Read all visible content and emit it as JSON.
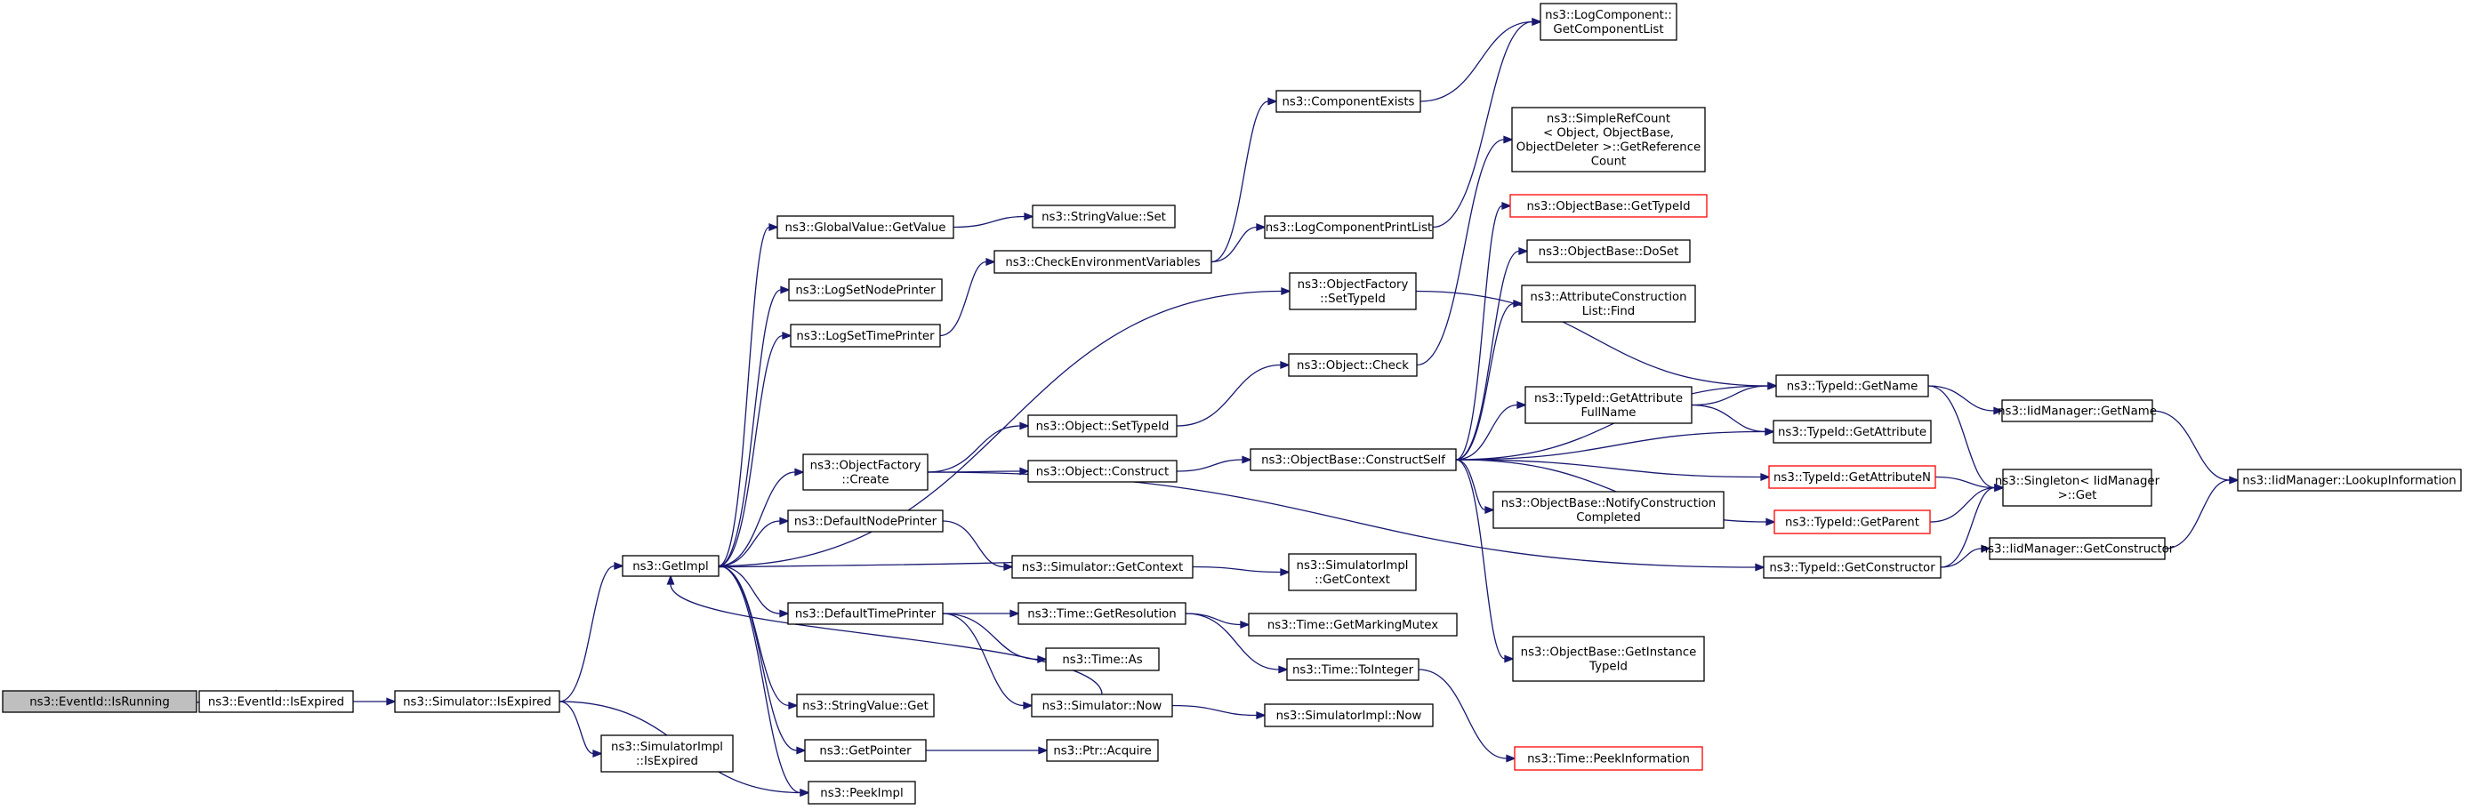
{
  "graph": {
    "title": "",
    "colors": {
      "edge": "#191970",
      "node_border": "#000000",
      "truncated_border": "#ff0000",
      "current_fill": "#bfbfbf"
    },
    "nodes": [
      {
        "id": "isrunning",
        "lines": [
          "ns3::EventId::IsRunning"
        ],
        "current": true
      },
      {
        "id": "eid_isexpired",
        "lines": [
          "ns3::EventId::IsExpired"
        ]
      },
      {
        "id": "sim_isexpired",
        "lines": [
          "ns3::Simulator::IsExpired"
        ]
      },
      {
        "id": "getimpl",
        "lines": [
          "ns3::GetImpl"
        ]
      },
      {
        "id": "simimpl_isexpired",
        "lines": [
          "ns3::SimulatorImpl",
          "::IsExpired"
        ]
      },
      {
        "id": "peekimpl",
        "lines": [
          "ns3::PeekImpl"
        ]
      },
      {
        "id": "gv_getvalue",
        "lines": [
          "ns3::GlobalValue::GetValue"
        ]
      },
      {
        "id": "logsetnodeprinter",
        "lines": [
          "ns3::LogSetNodePrinter"
        ]
      },
      {
        "id": "logsettimeprinter",
        "lines": [
          "ns3::LogSetTimePrinter"
        ]
      },
      {
        "id": "of_create",
        "lines": [
          "ns3::ObjectFactory",
          "::Create"
        ]
      },
      {
        "id": "defaultnodeprinter",
        "lines": [
          "ns3::DefaultNodePrinter"
        ]
      },
      {
        "id": "defaulttimeprinter",
        "lines": [
          "ns3::DefaultTimePrinter"
        ]
      },
      {
        "id": "sv_get",
        "lines": [
          "ns3::StringValue::Get"
        ]
      },
      {
        "id": "getpointer",
        "lines": [
          "ns3::GetPointer"
        ]
      },
      {
        "id": "sv_set",
        "lines": [
          "ns3::StringValue::Set"
        ]
      },
      {
        "id": "checkenv",
        "lines": [
          "ns3::CheckEnvironmentVariables"
        ]
      },
      {
        "id": "obj_settypeid",
        "lines": [
          "ns3::Object::SetTypeId"
        ]
      },
      {
        "id": "obj_construct",
        "lines": [
          "ns3::Object::Construct"
        ]
      },
      {
        "id": "sim_getcontext",
        "lines": [
          "ns3::Simulator::GetContext"
        ]
      },
      {
        "id": "time_getresolution",
        "lines": [
          "ns3::Time::GetResolution"
        ]
      },
      {
        "id": "time_as",
        "lines": [
          "ns3::Time::As"
        ]
      },
      {
        "id": "sim_now",
        "lines": [
          "ns3::Simulator::Now"
        ]
      },
      {
        "id": "ptr_acquire",
        "lines": [
          "ns3::Ptr::Acquire"
        ]
      },
      {
        "id": "componentexists",
        "lines": [
          "ns3::ComponentExists"
        ]
      },
      {
        "id": "logcompprintlist",
        "lines": [
          "ns3::LogComponentPrintList"
        ]
      },
      {
        "id": "of_settypeid",
        "lines": [
          "ns3::ObjectFactory",
          "::SetTypeId"
        ]
      },
      {
        "id": "obj_check",
        "lines": [
          "ns3::Object::Check"
        ]
      },
      {
        "id": "ob_constructself",
        "lines": [
          "ns3::ObjectBase::ConstructSelf"
        ]
      },
      {
        "id": "simimpl_getcontext",
        "lines": [
          "ns3::SimulatorImpl",
          "::GetContext"
        ]
      },
      {
        "id": "time_getmarkingmutex",
        "lines": [
          "ns3::Time::GetMarkingMutex"
        ]
      },
      {
        "id": "time_tointeger",
        "lines": [
          "ns3::Time::ToInteger"
        ]
      },
      {
        "id": "simimpl_now",
        "lines": [
          "ns3::SimulatorImpl::Now"
        ]
      },
      {
        "id": "logcomp_getlist",
        "lines": [
          "ns3::LogComponent::",
          "GetComponentList"
        ]
      },
      {
        "id": "simplerefcount",
        "lines": [
          "ns3::SimpleRefCount",
          "< Object, ObjectBase,",
          "ObjectDeleter >::GetReference",
          "Count"
        ]
      },
      {
        "id": "ob_gettypeid",
        "lines": [
          "ns3::ObjectBase::GetTypeId"
        ],
        "truncated": true
      },
      {
        "id": "ob_doset",
        "lines": [
          "ns3::ObjectBase::DoSet"
        ]
      },
      {
        "id": "acl_find",
        "lines": [
          "ns3::AttributeConstruction",
          "List::Find"
        ]
      },
      {
        "id": "tid_getattrfullname",
        "lines": [
          "ns3::TypeId::GetAttribute",
          "FullName"
        ]
      },
      {
        "id": "ob_notifyconstruction",
        "lines": [
          "ns3::ObjectBase::NotifyConstruction",
          "Completed"
        ]
      },
      {
        "id": "ob_getinstancetypeid",
        "lines": [
          "ns3::ObjectBase::GetInstance",
          "TypeId"
        ]
      },
      {
        "id": "time_peekinformation",
        "lines": [
          "ns3::Time::PeekInformation"
        ],
        "truncated": true
      },
      {
        "id": "tid_getname",
        "lines": [
          "ns3::TypeId::GetName"
        ]
      },
      {
        "id": "tid_getattribute",
        "lines": [
          "ns3::TypeId::GetAttribute"
        ]
      },
      {
        "id": "tid_getattributen",
        "lines": [
          "ns3::TypeId::GetAttributeN"
        ],
        "truncated": true
      },
      {
        "id": "tid_getparent",
        "lines": [
          "ns3::TypeId::GetParent"
        ],
        "truncated": true
      },
      {
        "id": "tid_getconstructor",
        "lines": [
          "ns3::TypeId::GetConstructor"
        ]
      },
      {
        "id": "iid_getname",
        "lines": [
          "ns3::IidManager::GetName"
        ]
      },
      {
        "id": "singleton_get",
        "lines": [
          "ns3::Singleton< IidManager",
          ">::Get"
        ]
      },
      {
        "id": "iid_getconstructor",
        "lines": [
          "ns3::IidManager::GetConstructor"
        ]
      },
      {
        "id": "iid_lookupinfo",
        "lines": [
          "ns3::IidManager::LookupInformation"
        ]
      }
    ],
    "edges": [
      [
        "isrunning",
        "eid_isexpired"
      ],
      [
        "eid_isexpired",
        "sim_isexpired"
      ],
      [
        "sim_isexpired",
        "getimpl"
      ],
      [
        "sim_isexpired",
        "simimpl_isexpired"
      ],
      [
        "sim_isexpired",
        "peekimpl"
      ],
      [
        "getimpl",
        "gv_getvalue"
      ],
      [
        "getimpl",
        "logsetnodeprinter"
      ],
      [
        "getimpl",
        "logsettimeprinter"
      ],
      [
        "getimpl",
        "of_settypeid"
      ],
      [
        "getimpl",
        "of_create"
      ],
      [
        "getimpl",
        "defaultnodeprinter"
      ],
      [
        "getimpl",
        "defaulttimeprinter"
      ],
      [
        "getimpl",
        "sv_get"
      ],
      [
        "getimpl",
        "getpointer"
      ],
      [
        "getimpl",
        "peekimpl"
      ],
      [
        "gv_getvalue",
        "sv_set"
      ],
      [
        "logsettimeprinter",
        "checkenv"
      ],
      [
        "checkenv",
        "componentexists"
      ],
      [
        "checkenv",
        "logcompprintlist"
      ],
      [
        "componentexists",
        "logcomp_getlist"
      ],
      [
        "logcompprintlist",
        "logcomp_getlist"
      ],
      [
        "of_settypeid",
        "tid_getname"
      ],
      [
        "of_create",
        "obj_settypeid"
      ],
      [
        "of_create",
        "obj_construct"
      ],
      [
        "of_create",
        "tid_getconstructor"
      ],
      [
        "obj_settypeid",
        "obj_check"
      ],
      [
        "obj_check",
        "simplerefcount"
      ],
      [
        "obj_construct",
        "ob_constructself"
      ],
      [
        "defaultnodeprinter",
        "sim_getcontext"
      ],
      [
        "sim_getcontext",
        "getimpl"
      ],
      [
        "sim_getcontext",
        "simimpl_getcontext"
      ],
      [
        "defaulttimeprinter",
        "time_getresolution"
      ],
      [
        "defaulttimeprinter",
        "time_as"
      ],
      [
        "defaulttimeprinter",
        "sim_now"
      ],
      [
        "sim_now",
        "getimpl"
      ],
      [
        "sim_now",
        "simimpl_now"
      ],
      [
        "time_getresolution",
        "time_getmarkingmutex"
      ],
      [
        "time_getresolution",
        "time_tointeger"
      ],
      [
        "time_tointeger",
        "time_peekinformation"
      ],
      [
        "getpointer",
        "ptr_acquire"
      ],
      [
        "ob_constructself",
        "ob_gettypeid"
      ],
      [
        "ob_constructself",
        "ob_doset"
      ],
      [
        "ob_constructself",
        "acl_find"
      ],
      [
        "ob_constructself",
        "tid_getname"
      ],
      [
        "ob_constructself",
        "tid_getattrfullname"
      ],
      [
        "ob_constructself",
        "tid_getattribute"
      ],
      [
        "ob_constructself",
        "tid_getattributen"
      ],
      [
        "ob_constructself",
        "ob_notifyconstruction"
      ],
      [
        "ob_constructself",
        "tid_getparent"
      ],
      [
        "ob_constructself",
        "ob_getinstancetypeid"
      ],
      [
        "tid_getattrfullname",
        "tid_getname"
      ],
      [
        "tid_getattrfullname",
        "tid_getattribute"
      ],
      [
        "tid_getname",
        "iid_getname"
      ],
      [
        "tid_getname",
        "singleton_get"
      ],
      [
        "tid_getattributen",
        "singleton_get"
      ],
      [
        "tid_getparent",
        "singleton_get"
      ],
      [
        "tid_getconstructor",
        "singleton_get"
      ],
      [
        "tid_getconstructor",
        "iid_getconstructor"
      ],
      [
        "iid_getname",
        "iid_lookupinfo"
      ],
      [
        "iid_getconstructor",
        "iid_lookupinfo"
      ]
    ]
  }
}
